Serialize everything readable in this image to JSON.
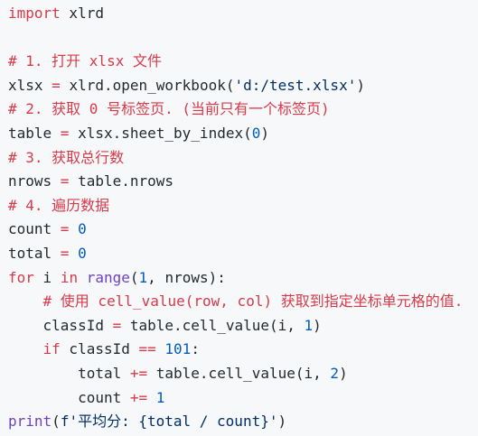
{
  "code_lines": [
    [
      {
        "t": "import",
        "c": "kw"
      },
      {
        "t": " xlrd",
        "c": "pl"
      }
    ],
    [],
    [
      {
        "t": "# 1. 打开 xlsx 文件",
        "c": "cmt"
      }
    ],
    [
      {
        "t": "xlsx ",
        "c": "pl"
      },
      {
        "t": "=",
        "c": "op"
      },
      {
        "t": " xlrd.open_workbook(",
        "c": "pl"
      },
      {
        "t": "'d:/test.xlsx'",
        "c": "str"
      },
      {
        "t": ")",
        "c": "pl"
      }
    ],
    [
      {
        "t": "# 2. 获取 0 号标签页. (当前只有一个标签页)",
        "c": "cmt"
      }
    ],
    [
      {
        "t": "table ",
        "c": "pl"
      },
      {
        "t": "=",
        "c": "op"
      },
      {
        "t": " xlsx.sheet_by_index(",
        "c": "pl"
      },
      {
        "t": "0",
        "c": "num"
      },
      {
        "t": ")",
        "c": "pl"
      }
    ],
    [
      {
        "t": "# 3. 获取总行数",
        "c": "cmt"
      }
    ],
    [
      {
        "t": "nrows ",
        "c": "pl"
      },
      {
        "t": "=",
        "c": "op"
      },
      {
        "t": " table.nrows",
        "c": "pl"
      }
    ],
    [
      {
        "t": "# 4. 遍历数据",
        "c": "cmt"
      }
    ],
    [
      {
        "t": "count ",
        "c": "pl"
      },
      {
        "t": "=",
        "c": "op"
      },
      {
        "t": " ",
        "c": "pl"
      },
      {
        "t": "0",
        "c": "num"
      }
    ],
    [
      {
        "t": "total ",
        "c": "pl"
      },
      {
        "t": "=",
        "c": "op"
      },
      {
        "t": " ",
        "c": "pl"
      },
      {
        "t": "0",
        "c": "num"
      }
    ],
    [
      {
        "t": "for",
        "c": "kw"
      },
      {
        "t": " i ",
        "c": "pl"
      },
      {
        "t": "in",
        "c": "kw"
      },
      {
        "t": " ",
        "c": "pl"
      },
      {
        "t": "range",
        "c": "fn"
      },
      {
        "t": "(",
        "c": "pl"
      },
      {
        "t": "1",
        "c": "num"
      },
      {
        "t": ", nrows):",
        "c": "pl"
      }
    ],
    [
      {
        "t": "    # 使用 cell_value(row, col) 获取到指定坐标单元格的值.",
        "c": "cmt"
      }
    ],
    [
      {
        "t": "    classId ",
        "c": "pl"
      },
      {
        "t": "=",
        "c": "op"
      },
      {
        "t": " table.cell_value(i, ",
        "c": "pl"
      },
      {
        "t": "1",
        "c": "num"
      },
      {
        "t": ")",
        "c": "pl"
      }
    ],
    [
      {
        "t": "    ",
        "c": "pl"
      },
      {
        "t": "if",
        "c": "kw"
      },
      {
        "t": " classId ",
        "c": "pl"
      },
      {
        "t": "==",
        "c": "op"
      },
      {
        "t": " ",
        "c": "pl"
      },
      {
        "t": "101",
        "c": "num"
      },
      {
        "t": ":",
        "c": "pl"
      }
    ],
    [
      {
        "t": "        total ",
        "c": "pl"
      },
      {
        "t": "+=",
        "c": "op"
      },
      {
        "t": " table.cell_value(i, ",
        "c": "pl"
      },
      {
        "t": "2",
        "c": "num"
      },
      {
        "t": ")",
        "c": "pl"
      }
    ],
    [
      {
        "t": "        count ",
        "c": "pl"
      },
      {
        "t": "+=",
        "c": "op"
      },
      {
        "t": " ",
        "c": "pl"
      },
      {
        "t": "1",
        "c": "num"
      }
    ],
    [
      {
        "t": "print",
        "c": "fn"
      },
      {
        "t": "(",
        "c": "pl"
      },
      {
        "t": "f'平均分: {total / count}'",
        "c": "str"
      },
      {
        "t": ")",
        "c": "pl"
      }
    ]
  ],
  "colors": {
    "background": "#f6f8fa",
    "plain": "#24292e",
    "keyword": "#d73a49",
    "builtin": "#6f42c1",
    "number": "#005cc5",
    "string": "#032f62",
    "comment": "#d73a49"
  }
}
